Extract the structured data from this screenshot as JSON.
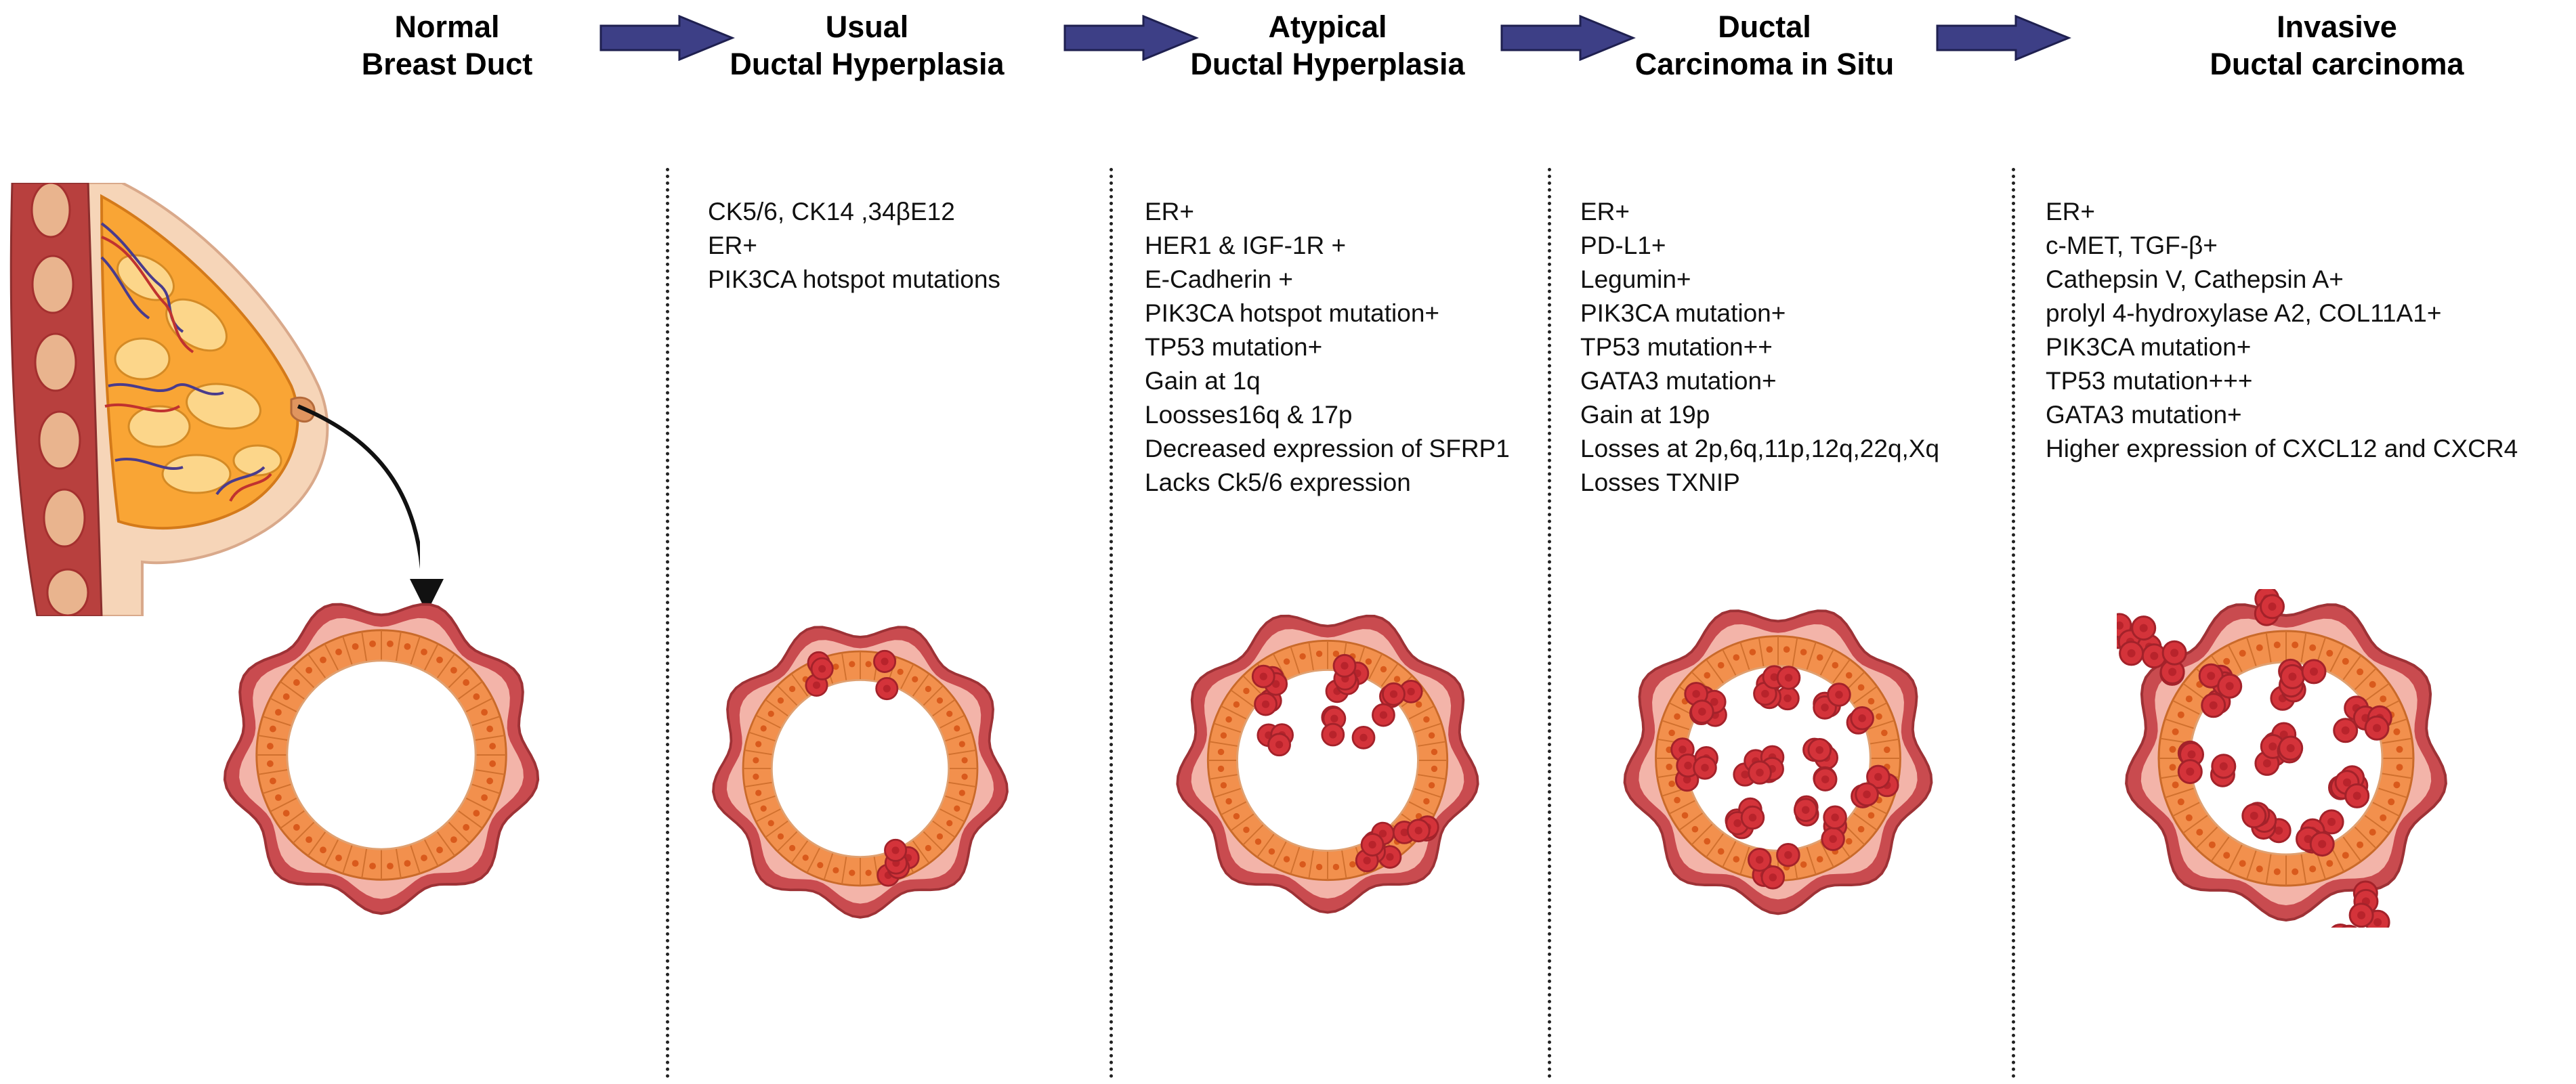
{
  "colors": {
    "arrow_fill": "#3d3f86",
    "tissue_outer": "#c94b4f",
    "tissue_pink": "#f3b4a9",
    "epithelium": "#f2904d",
    "nucleus": "#d95a1c",
    "tumor_cell": "#d4333a",
    "fat": "#f9a535",
    "skin": "#f6d5b8"
  },
  "stages": [
    {
      "title_line1": "Normal",
      "title_line2": "Breast Duct",
      "markers": []
    },
    {
      "title_line1": "Usual",
      "title_line2": "Ductal Hyperplasia",
      "markers": [
        "CK5/6, CK14 ,34βE12",
        "ER+",
        "PIK3CA hotspot mutations"
      ]
    },
    {
      "title_line1": "Atypical",
      "title_line2": "Ductal Hyperplasia",
      "markers": [
        "ER+",
        "HER1 & IGF-1R +",
        "E-Cadherin +",
        "PIK3CA hotspot mutation+",
        "TP53 mutation+",
        "Gain at 1q",
        "Loosses16q & 17p",
        "Decreased expression of SFRP1",
        "Lacks Ck5/6 expression"
      ]
    },
    {
      "title_line1": "Ductal",
      "title_line2": "Carcinoma in Situ",
      "markers": [
        "ER+",
        "PD-L1+",
        "Legumin+",
        "PIK3CA mutation+",
        "TP53 mutation++",
        "GATA3 mutation+",
        "Gain at 19p",
        "Losses at 2p,6q,11p,12q,22q,Xq",
        "Losses TXNIP"
      ]
    },
    {
      "title_line1": "Invasive",
      "title_line2": "Ductal carcinoma",
      "markers": [
        "ER+",
        "c-MET, TGF-β+",
        "Cathepsin V, Cathepsin A+",
        "prolyl 4-hydroxylase A2, COL11A1+",
        "PIK3CA mutation+",
        "TP53 mutation+++",
        "GATA3 mutation+",
        "Higher expression of CXCL12 and CXCR4"
      ]
    }
  ],
  "icons": {
    "progression_arrow": "right-arrow-icon",
    "breast_anatomy": "breast-anatomy-illustration",
    "duct_cross_section": "duct-cross-section-illustration"
  }
}
